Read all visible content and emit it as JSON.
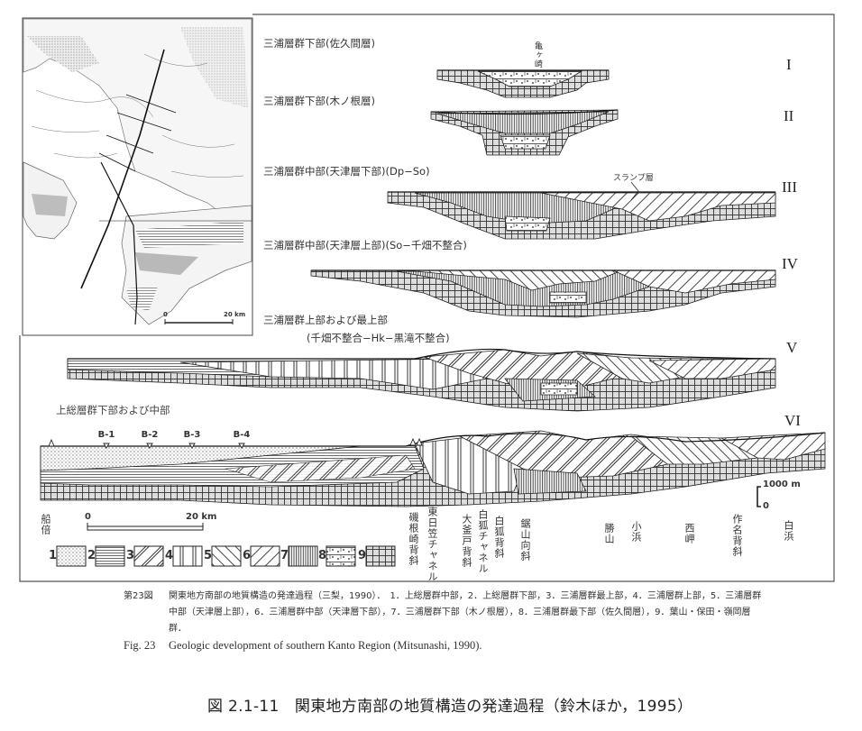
{
  "figure": {
    "stages": [
      {
        "numeral": "I",
        "title": "三浦層群下部(佐久間層)"
      },
      {
        "numeral": "II",
        "title": "三浦層群下部(木ノ根層)"
      },
      {
        "numeral": "III",
        "title": "三浦層群中部(天津層下部)(Dp−So)"
      },
      {
        "numeral": "IV",
        "title": "三浦層群中部(天津層上部)(So−千畑不整合)"
      },
      {
        "numeral": "V",
        "title": "三浦層群上部および最上部",
        "subtitle": "(千畑不整合−Hk−黒滝不整合)"
      },
      {
        "numeral": "VI",
        "title": "上総層群下部および中部"
      }
    ],
    "annotations": {
      "kamegasaki": "亀ヶ崎",
      "slump": "スランプ層"
    },
    "boreholes": [
      "B-1",
      "B-2",
      "B-3",
      "B-4"
    ],
    "place_labels": [
      "船倍",
      "磯根崎背斜",
      "東日笠チャネル",
      "大釜戸背斜",
      "白狐チャネル",
      "白狐背斜",
      "鋸山向斜",
      "勝山",
      "小浜",
      "西岬",
      "作名背斜",
      "白浜"
    ],
    "horizontal_scale": {
      "start": "0",
      "end": "20 km"
    },
    "vertical_scale": {
      "top": "1000 m",
      "bottom": "0"
    },
    "map_scale": {
      "start": "0",
      "end": "20 km"
    },
    "legend": [
      "1",
      "2",
      "3",
      "4",
      "5",
      "6",
      "7",
      "8",
      "9"
    ]
  },
  "caption": {
    "label": "第23図",
    "body": "関東地方南部の地質構造の発達過程（三梨，1990）．　1．上総層群中部，2．上総層群下部，3．三浦層群最上部，4．三浦層群上部，5．三浦層群中部（天津層上部），6．三浦層群中部（天津層下部），7．三浦層群下部（木ノ根層），8．三浦層群最下部（佐久間層），9．葉山・保田・嶺岡層群．",
    "fig_label": "Fig. 23",
    "fig_text": "Geologic development of southern Kanto Region (Mitsunashi, 1990)."
  },
  "title": "図 2.1-11　関東地方南部の地質構造の発達過程（鈴木ほか，1995）"
}
